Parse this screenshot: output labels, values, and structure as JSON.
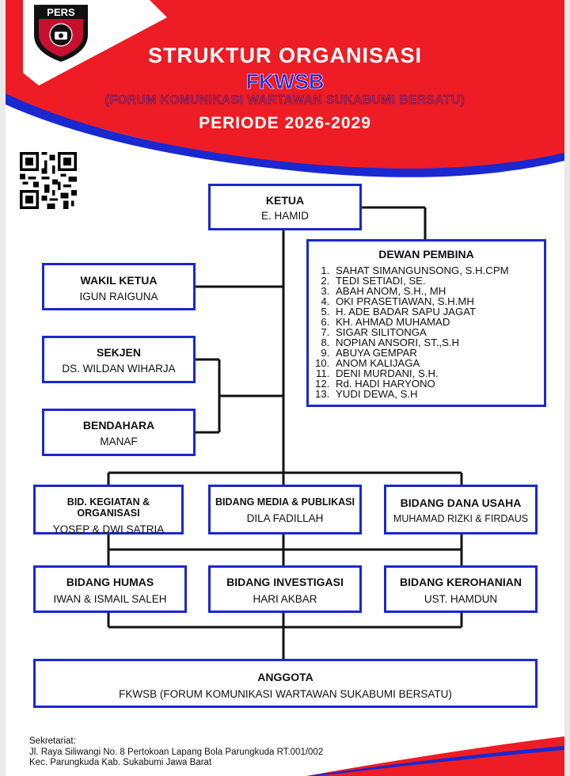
{
  "header": {
    "logo_text": "PERS",
    "title": "STRUKTUR ORGANISASI",
    "org_short": "FKWSB",
    "org_full": "(FORUM KOMUNIKASI WARTAWAN SUKABUMI BERSATU)",
    "period": "PERIODE 2026-2029"
  },
  "colors": {
    "red": "#ee1c24",
    "blue": "#1a28d0",
    "line": "#111111"
  },
  "ketua": {
    "title": "KETUA",
    "name": "E. HAMID"
  },
  "wakil": {
    "title": "WAKIL KETUA",
    "name": "IGUN RAIGUNA"
  },
  "sekjen": {
    "title": "SEKJEN",
    "name": "DS. WILDAN WIHARJA"
  },
  "bendahara": {
    "title": "BENDAHARA",
    "name": "MANAF"
  },
  "pembina": {
    "title": "DEWAN PEMBINA",
    "members": [
      "SAHAT SIMANGUNSONG, S.H.CPM",
      "TEDI SETIADI, SE.",
      "ABAH ANOM, S.H., MH",
      "OKI PRASETIAWAN, S.H.MH",
      "H. ADE BADAR SAPU JAGAT",
      "KH. AHMAD MUHAMAD",
      "SIGAR SILITONGA",
      "NOPIAN ANSORI, ST.,S.H",
      "ABUYA GEMPAR",
      "ANOM KALIJAGA",
      "DENI MURDANI, S.H.",
      "Rd. HADI HARYONO",
      "YUDI DEWA, S.H"
    ]
  },
  "bidang_row1": [
    {
      "title": "BID. KEGIATAN & ORGANISASI",
      "name": "YOSEP & DWI SATRIA"
    },
    {
      "title": "BIDANG MEDIA & PUBLIKASI",
      "name": "DILA FADILLAH"
    },
    {
      "title": "BIDANG DANA USAHA",
      "name": "MUHAMAD RIZKI & FIRDAUS"
    }
  ],
  "bidang_row2": [
    {
      "title": "BIDANG HUMAS",
      "name": "IWAN & ISMAIL SALEH"
    },
    {
      "title": "BIDANG INVESTIGASI",
      "name": "HARI AKBAR"
    },
    {
      "title": "BIDANG KEROHANIAN",
      "name": "UST. HAMDUN"
    }
  ],
  "anggota": {
    "title": "ANGGOTA",
    "name": "FKWSB (FORUM KOMUNIKASI WARTAWAN SUKABUMI BERSATU)"
  },
  "footer": {
    "label": "Sekretariat:",
    "line1": "Jl. Raya Siliwangi No. 8 Pertokoan Lapang Bola Parungkuda RT.001/002",
    "line2": "Kec. Parungkuda Kab. Sukabumi Jawa Barat"
  }
}
